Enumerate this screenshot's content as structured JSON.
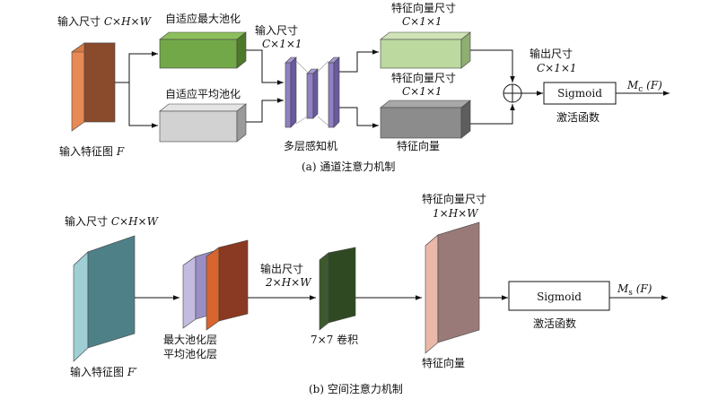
{
  "channel": {
    "input_size_prefix": "输入尺寸 ",
    "input_size_math": "C×H×W",
    "input_map_prefix": "输入特征图 ",
    "input_map_var": "F",
    "max_pool": "自适应最大池化",
    "avg_pool": "自适应平均池化",
    "mlp_size_title": "输入尺寸",
    "mlp_size_math": "C×1×1",
    "mlp_label": "多层感知机",
    "vec_top_title": "特征向量尺寸",
    "vec_top_math": "C×1×1",
    "vec_bottom_title": "特征向量尺寸",
    "vec_bottom_math": "C×1×1",
    "vec_label": "特征向量",
    "out_title": "输出尺寸",
    "out_math": "C×1×1",
    "sigmoid": "Sigmoid",
    "activation": "激活函数",
    "output_main": "M",
    "output_sub": "c",
    "output_arg": " (F)",
    "caption": "(a) 通道注意力机制"
  },
  "spatial": {
    "input_size_prefix": "输入尺寸 ",
    "input_size_math": "C×H×W",
    "input_map_prefix": "输入特征图 ",
    "input_map_var": "F′",
    "pool_max": "最大池化层",
    "pool_avg": "平均池化层",
    "out_title": "输出尺寸",
    "out_math": "2×H×W",
    "conv": "7×7 卷积",
    "vec_title": "特征向量尺寸",
    "vec_math": "1×H×W",
    "vec_label": "特征向量",
    "sigmoid": "Sigmoid",
    "activation": "激活函数",
    "output_main": "M",
    "output_sub": "s",
    "output_arg": " (F)",
    "caption": "(b) 空间注意力机制"
  },
  "colors": {
    "input_a": "#c8652a",
    "green": "#6a9a3a",
    "gray_light": "#cfcfcf",
    "mlp": "#8e7fc0",
    "vec_light": "#b8d49a",
    "vec_gray": "#8a8a8a",
    "input_b": "#5f8f98",
    "pool_lavender": "#b3a8d3",
    "pool_orange": "#b0482a",
    "conv": "#2f4a22",
    "vec_pink": "#b08a86"
  }
}
